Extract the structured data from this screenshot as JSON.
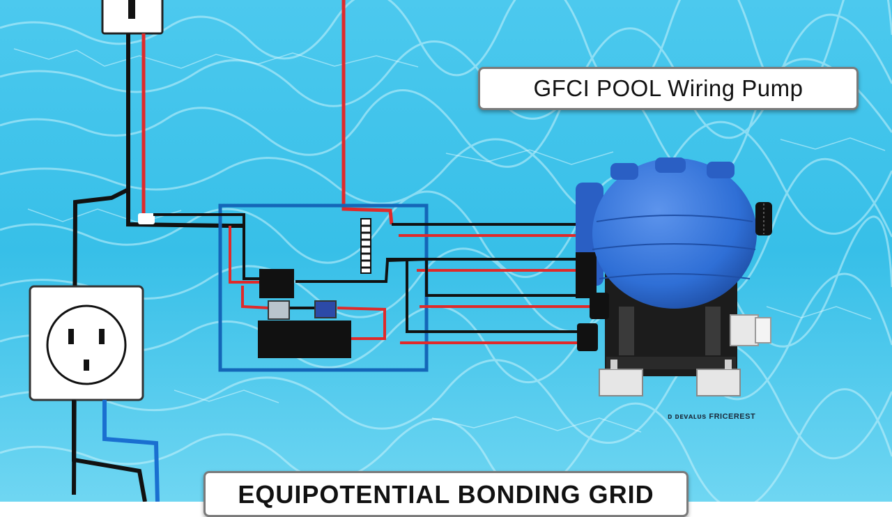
{
  "title": "GFCI POOL Wiring Pump",
  "bottom_label": "EQUIPOTENTIAL BONDING GRID",
  "small_caption": "ᴅ ᴅᴇᴠᴀʟᴜs FRICEREST",
  "colors": {
    "water_light": "#8fe3f5",
    "water_dark": "#1fb4e0",
    "hot_wire": "#e02a2a",
    "neutral_wire": "#111111",
    "bond_wire": "#1a6fd0",
    "panel_outline": "#1466b8",
    "pump_blue": "#2f6fd6",
    "pump_base": "#1c1c1c"
  },
  "icons": [
    "power-outlet-icon",
    "wall-plug-icon",
    "pool-pump-icon"
  ]
}
